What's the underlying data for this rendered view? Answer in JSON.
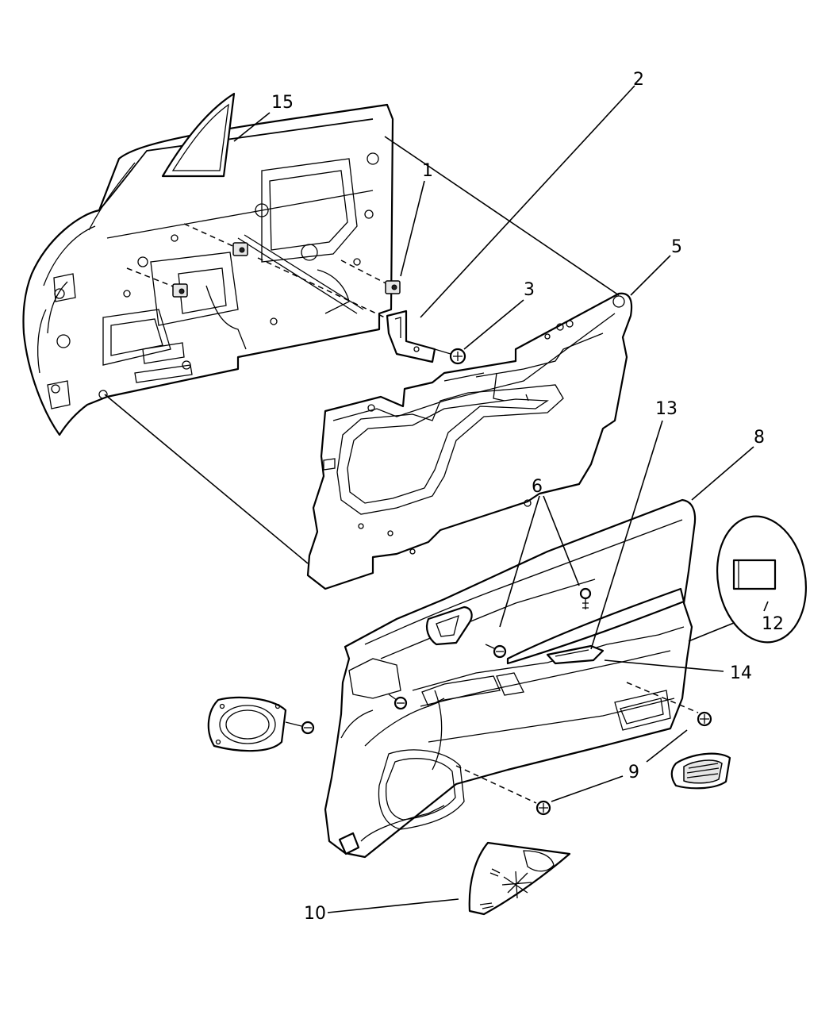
{
  "callouts": {
    "c1": "1",
    "c2": "2",
    "c3": "3",
    "c5": "5",
    "c6": "6",
    "c8": "8",
    "c9": "9",
    "c10": "10",
    "c12": "12",
    "c13": "13",
    "c14": "14",
    "c15": "15"
  }
}
